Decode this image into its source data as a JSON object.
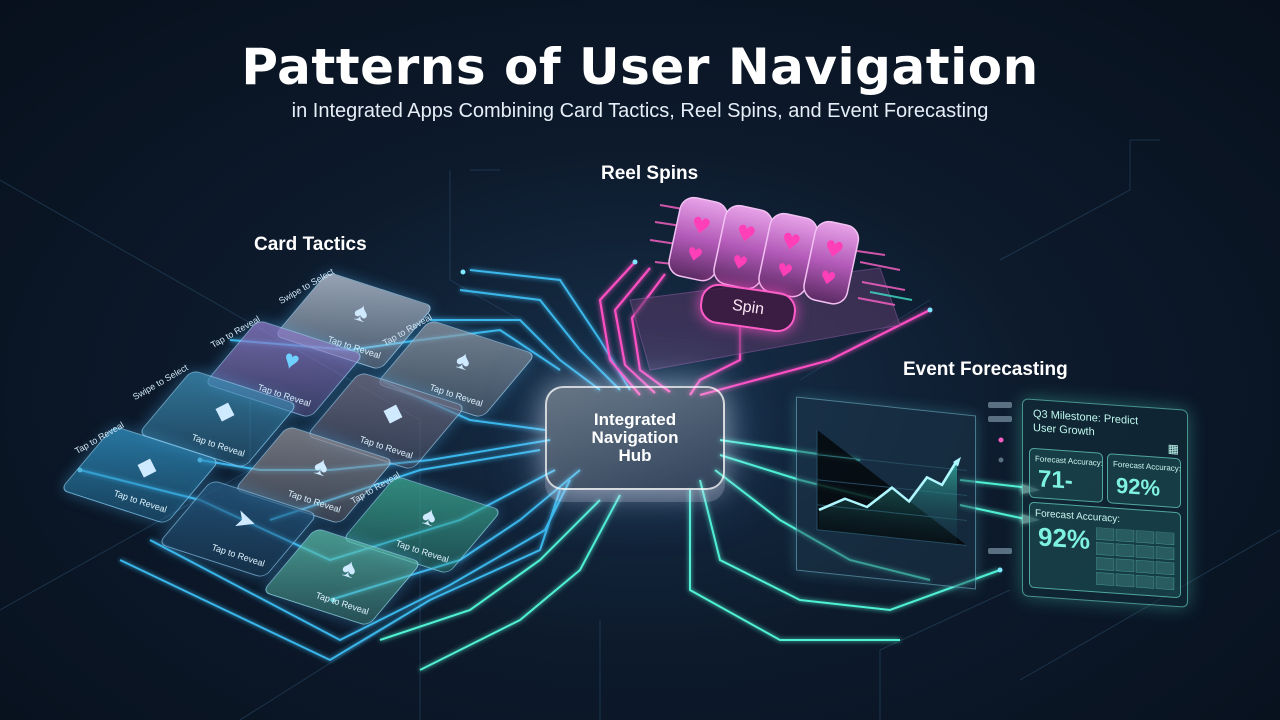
{
  "title": "Patterns of User Navigation",
  "subtitle": "in Integrated Apps Combining Card Tactics, Reel Spins, and Event Forecasting",
  "sections": {
    "card_tactics": "Card Tactics",
    "reel_spins": "Reel Spins",
    "event_forecasting": "Event Forecasting"
  },
  "hub": {
    "label": "Integrated Navigation Hub"
  },
  "reel": {
    "spin_label": "Spin",
    "symbol": "heart-icon"
  },
  "cards": [
    {
      "caption": "Tap to Reveal",
      "tip": "Swipe to Select",
      "suit": "spade-icon",
      "color": "#b9c6d8"
    },
    {
      "caption": "Tap to Reveal",
      "tip": "Tap to Reveal",
      "suit": "heart-icon",
      "color": "#8a7cc8"
    },
    {
      "caption": "Tap to Reveal",
      "tip": "Tap to Reveal",
      "suit": "spade-icon",
      "color": "#8d9aa8"
    },
    {
      "caption": "Tap to Reveal",
      "tip": "Swipe to Select",
      "suit": "diamond-icon",
      "color": "#3c8db5"
    },
    {
      "caption": "Tap to Reveal",
      "tip": "",
      "suit": "diamond-icon",
      "color": "#6f6f86"
    },
    {
      "caption": "Tap to Reveal",
      "tip": "Tap to Reveal",
      "suit": "diamond-icon",
      "color": "#2f8fc0"
    },
    {
      "caption": "Tap to Reveal",
      "tip": "",
      "suit": "spade-icon",
      "color": "#8c8c94"
    },
    {
      "caption": "Tap to Reveal",
      "tip": "",
      "suit": "arrow-icon",
      "color": "#275d86"
    },
    {
      "caption": "Tap to Reveal",
      "tip": "Tap to Reveal",
      "suit": "spade-icon",
      "color": "#3aa58f"
    },
    {
      "caption": "Tap to Reveal",
      "tip": "",
      "suit": "spade-icon",
      "color": "#58b9a9"
    }
  ],
  "forecast": {
    "panel_title": "Q3 Milestone: Predict User Growth",
    "box1_label": "Forecast Accuracy:",
    "box1_value": "71-",
    "box2_label": "Forecast Accuracy:",
    "box2_value": "92%",
    "box3_label": "Forecast Accuracy:",
    "box3_value": "92%"
  },
  "colors": {
    "cyan": "#3fd3ff",
    "magenta": "#ff4fc3",
    "teal": "#4ff0d4"
  }
}
